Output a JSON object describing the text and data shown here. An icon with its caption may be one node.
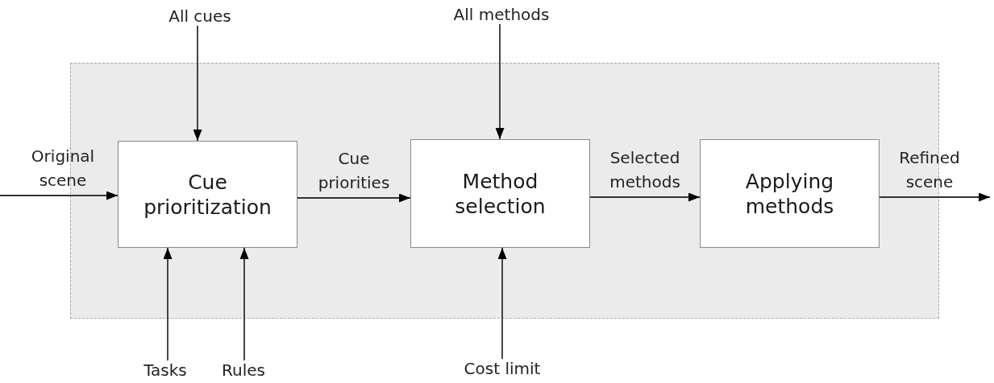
{
  "diagram": {
    "nodes": [
      {
        "text": [
          "All cues"
        ]
      },
      {
        "text": [
          "All methods"
        ]
      },
      {
        "text": [],
        "shape": "box"
      },
      {
        "text": [
          "Cue prioritization"
        ],
        "in": 2
      },
      {
        "text": [
          "Method selection"
        ],
        "in": 2
      },
      {
        "text": [
          "Applying methods"
        ],
        "in": 2
      },
      {
        "text": [
          "Tasks"
        ]
      },
      {
        "text": [
          "Rules"
        ]
      },
      {
        "text": [
          "Cost limit"
        ]
      }
    ],
    "edges": [
      {
        "from": 0,
        "to": 3,
        "arrow": "to"
      },
      {
        "from": 1,
        "to": 4,
        "arrow": "to"
      },
      {
        "from": null,
        "to": 3,
        "arrow": "to",
        "label": "Original scene"
      },
      {
        "from": 3,
        "to": 4,
        "arrow": "to",
        "label": "Cue priorities"
      },
      {
        "from": 4,
        "to": 5,
        "arrow": "to",
        "label": "Selected methods"
      },
      {
        "from": 5,
        "to": null,
        "arrow": "to",
        "label": "Refined scene"
      },
      {
        "from": 6,
        "to": 3,
        "arrow": "to"
      },
      {
        "from": 7,
        "to": 3,
        "arrow": "to"
      },
      {
        "from": 8,
        "to": 4,
        "arrow": "to"
      }
    ]
  }
}
